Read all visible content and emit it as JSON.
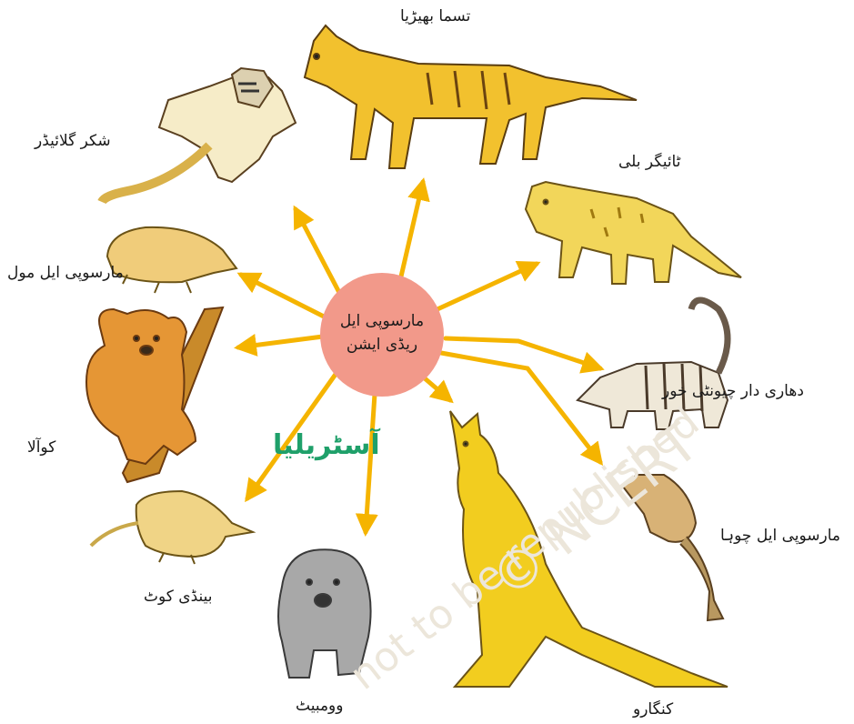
{
  "colors": {
    "arrow": "#f5b400",
    "hub": "#f2998a",
    "region": "#1fa06a",
    "animal_gold": "#f2c12e"
  },
  "hub": {
    "line1": "مارسوپی ایل",
    "line2": "ریڈی ایشن"
  },
  "region_label": "آسٹریلیا",
  "watermark": {
    "line1": "© NCERT",
    "line2": "not to be republished"
  },
  "animals": [
    {
      "id": "tasmanian-wolf",
      "label": "تسما بھیڑیا",
      "icon": "wolf-icon"
    },
    {
      "id": "sugar-glider",
      "label": "شکر گلائیڈر",
      "icon": "glider-icon"
    },
    {
      "id": "tiger-cat",
      "label": "ٹائیگر بلی",
      "icon": "cat-icon"
    },
    {
      "id": "marsupial-mole",
      "label": "مارسوپی ایل مول",
      "icon": "mole-icon"
    },
    {
      "id": "koala",
      "label": "کوآلا",
      "icon": "koala-icon"
    },
    {
      "id": "banded-anteater",
      "label": "دھاری دار چیونٹی خور",
      "icon": "anteater-icon"
    },
    {
      "id": "marsupial-mouse",
      "label": "مارسوپی ایل چوہا",
      "icon": "mouse-icon"
    },
    {
      "id": "bandicoot",
      "label": "بینڈی کوٹ",
      "icon": "bandicoot-icon"
    },
    {
      "id": "wombat",
      "label": "وومبیٹ",
      "icon": "wombat-icon"
    },
    {
      "id": "kangaroo",
      "label": "کنگارو",
      "icon": "kangaroo-icon"
    }
  ]
}
